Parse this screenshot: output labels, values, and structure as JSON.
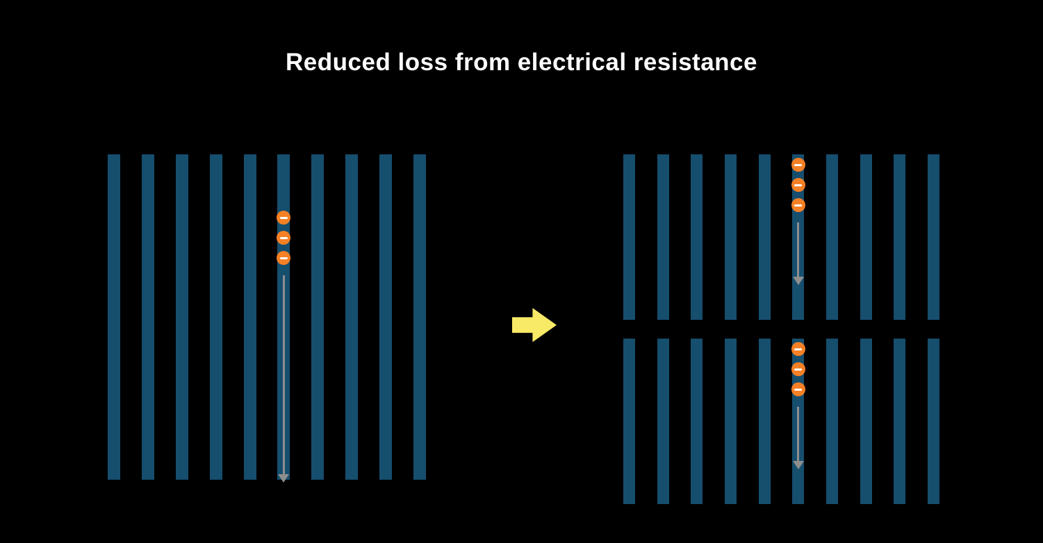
{
  "title": "Reduced loss from electrical resistance",
  "colors": {
    "background": "#000000",
    "title_text": "#ffffff",
    "bar": "#164e6e",
    "electron": "#f58025",
    "electron_minus": "#ffffff",
    "current_arrow": "#8e8e8e",
    "transition_arrow": "#f8e967"
  },
  "diagram": {
    "full_cell": {
      "bars": 10,
      "electron_bar_index": 5,
      "electrons": 3
    },
    "half_cells": [
      {
        "bars": 10,
        "electron_bar_index": 5,
        "electrons": 3
      },
      {
        "bars": 10,
        "electron_bar_index": 5,
        "electrons": 3
      }
    ]
  }
}
